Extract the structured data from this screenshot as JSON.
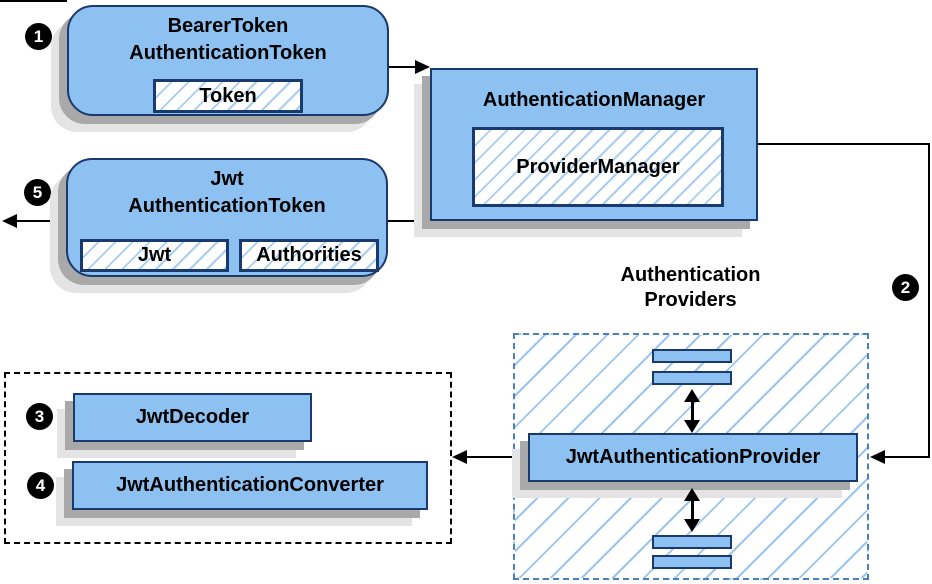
{
  "diagram": {
    "badges": {
      "step1": "1",
      "step2": "2",
      "step3": "3",
      "step4": "4",
      "step5": "5"
    },
    "bearer_token": {
      "title_line1": "BearerToken",
      "title_line2": "AuthenticationToken",
      "field": "Token"
    },
    "authentication_manager": {
      "title": "AuthenticationManager",
      "implementation": "ProviderManager"
    },
    "jwt_token": {
      "title_line1": "Jwt",
      "title_line2": "AuthenticationToken",
      "field1": "Jwt",
      "field2": "Authorities"
    },
    "providers": {
      "label_line1": "Authentication",
      "label_line2": "Providers",
      "provider": "JwtAuthenticationProvider"
    },
    "jwt_components": {
      "decoder": "JwtDecoder",
      "converter": "JwtAuthenticationConverter"
    },
    "colors": {
      "node_fill": "#8cc1f2",
      "node_border": "#1a3a6d",
      "hatch_line": "#a9cdf0",
      "group_dashed_border": "#4a7fc0",
      "shadow_dark": "#a9a9a9",
      "shadow_light": "#e4e4e4",
      "arrow": "#000000"
    }
  }
}
